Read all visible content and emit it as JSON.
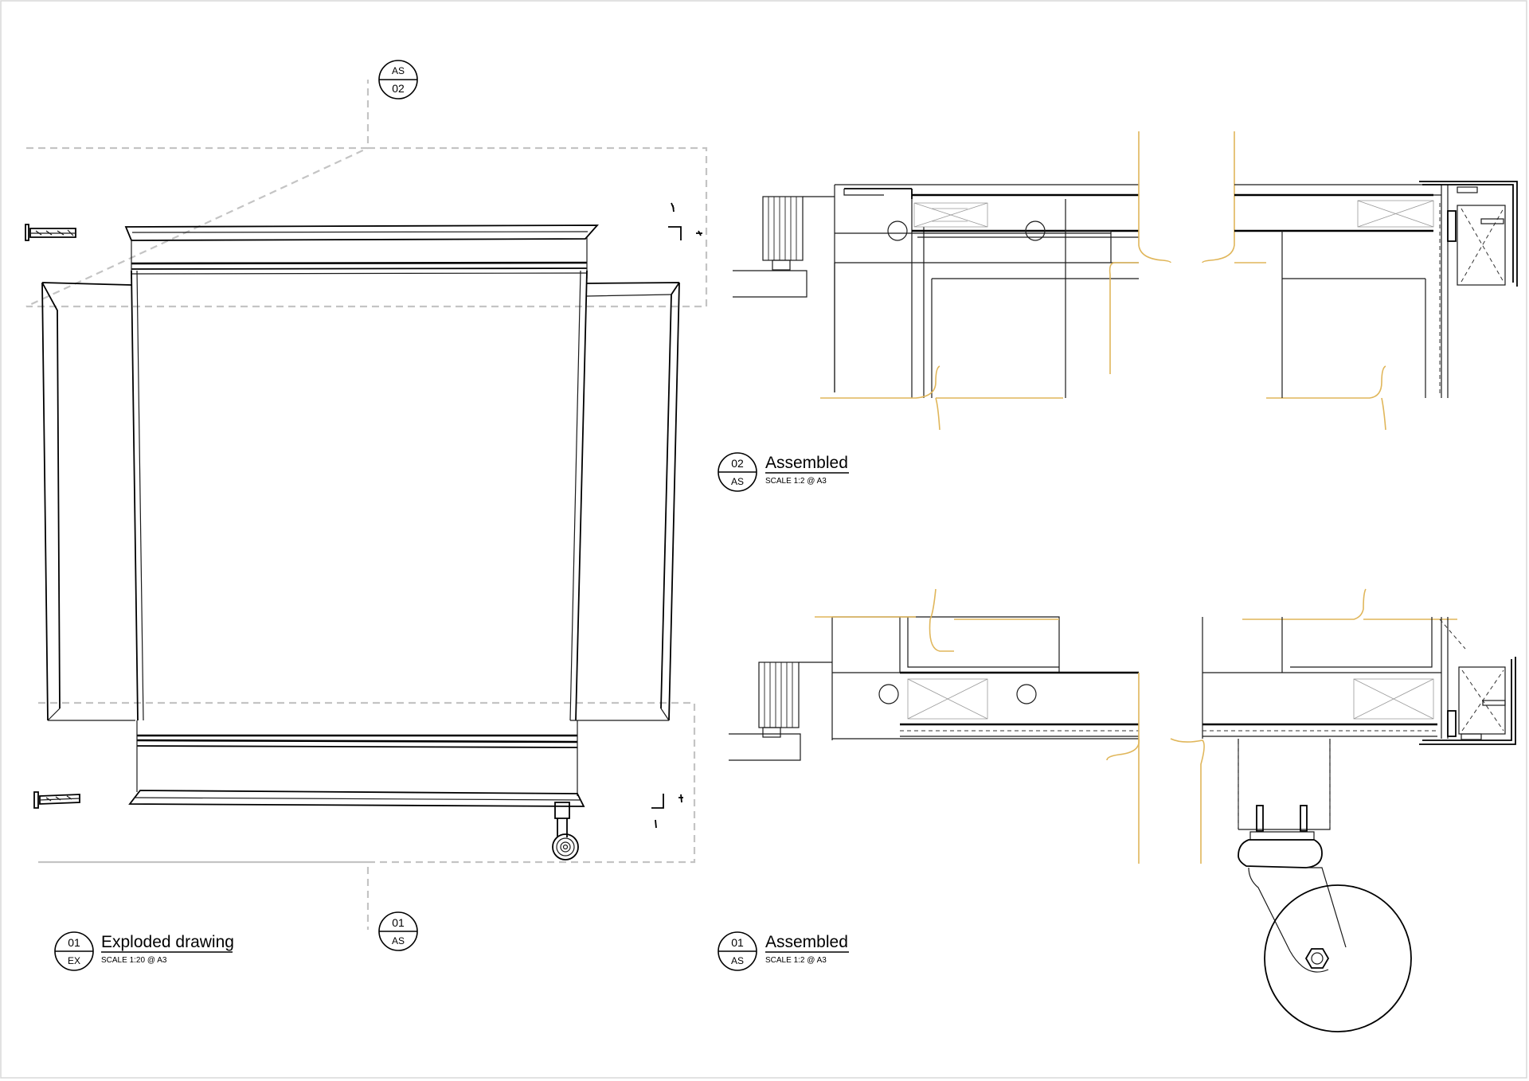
{
  "sections": {
    "as02": {
      "top": "AS",
      "bottom": "02"
    },
    "as01": {
      "top": "01",
      "bottom": "AS"
    }
  },
  "titles": {
    "exploded": {
      "num": "01",
      "ref": "EX",
      "title": "Exploded drawing",
      "scale": "SCALE 1:20 @ A3"
    },
    "assembled_top": {
      "num": "02",
      "ref": "AS",
      "title": "Assembled",
      "scale": "SCALE 1:2 @ A3"
    },
    "assembled_bottom": {
      "num": "01",
      "ref": "AS",
      "title": "Assembled",
      "scale": "SCALE 1:2 @ A3"
    }
  },
  "colors": {
    "linework": "#000000",
    "detail_box": "#c4c4c4",
    "timber_break": "#e0b65a"
  }
}
